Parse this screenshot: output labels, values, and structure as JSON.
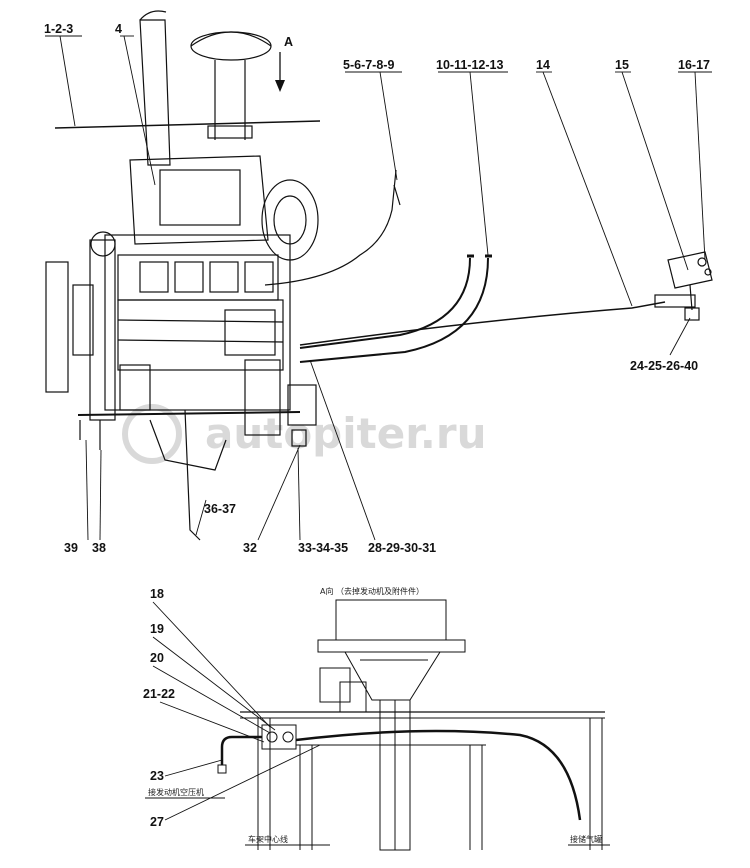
{
  "watermark": "autopiter.ru",
  "top_view": {
    "arrow_label": "A",
    "callouts": [
      {
        "id": "c-1-2-3",
        "text": "1-2-3"
      },
      {
        "id": "c-4",
        "text": "4"
      },
      {
        "id": "c-5-6-7-8-9",
        "text": "5-6-7-8-9"
      },
      {
        "id": "c-10-11-12-13",
        "text": "10-11-12-13"
      },
      {
        "id": "c-14",
        "text": "14"
      },
      {
        "id": "c-15",
        "text": "15"
      },
      {
        "id": "c-16-17",
        "text": "16-17"
      },
      {
        "id": "c-24-25-26-40",
        "text": "24-25-26-40"
      },
      {
        "id": "c-39",
        "text": "39"
      },
      {
        "id": "c-38",
        "text": "38"
      },
      {
        "id": "c-36-37",
        "text": "36-37"
      },
      {
        "id": "c-32",
        "text": "32"
      },
      {
        "id": "c-33-34-35",
        "text": "33-34-35"
      },
      {
        "id": "c-28-29-30-31",
        "text": "28-29-30-31"
      }
    ]
  },
  "bottom_view": {
    "view_title": "A向  （去掉发动机及附件件）",
    "note_compressor": "接发动机空压机",
    "note_frame_center": "车架中心线",
    "note_air_tank": "接储气罐",
    "callouts": [
      {
        "id": "c-18",
        "text": "18"
      },
      {
        "id": "c-19",
        "text": "19"
      },
      {
        "id": "c-20",
        "text": "20"
      },
      {
        "id": "c-21-22",
        "text": "21-22"
      },
      {
        "id": "c-23",
        "text": "23"
      },
      {
        "id": "c-27",
        "text": "27"
      }
    ]
  }
}
